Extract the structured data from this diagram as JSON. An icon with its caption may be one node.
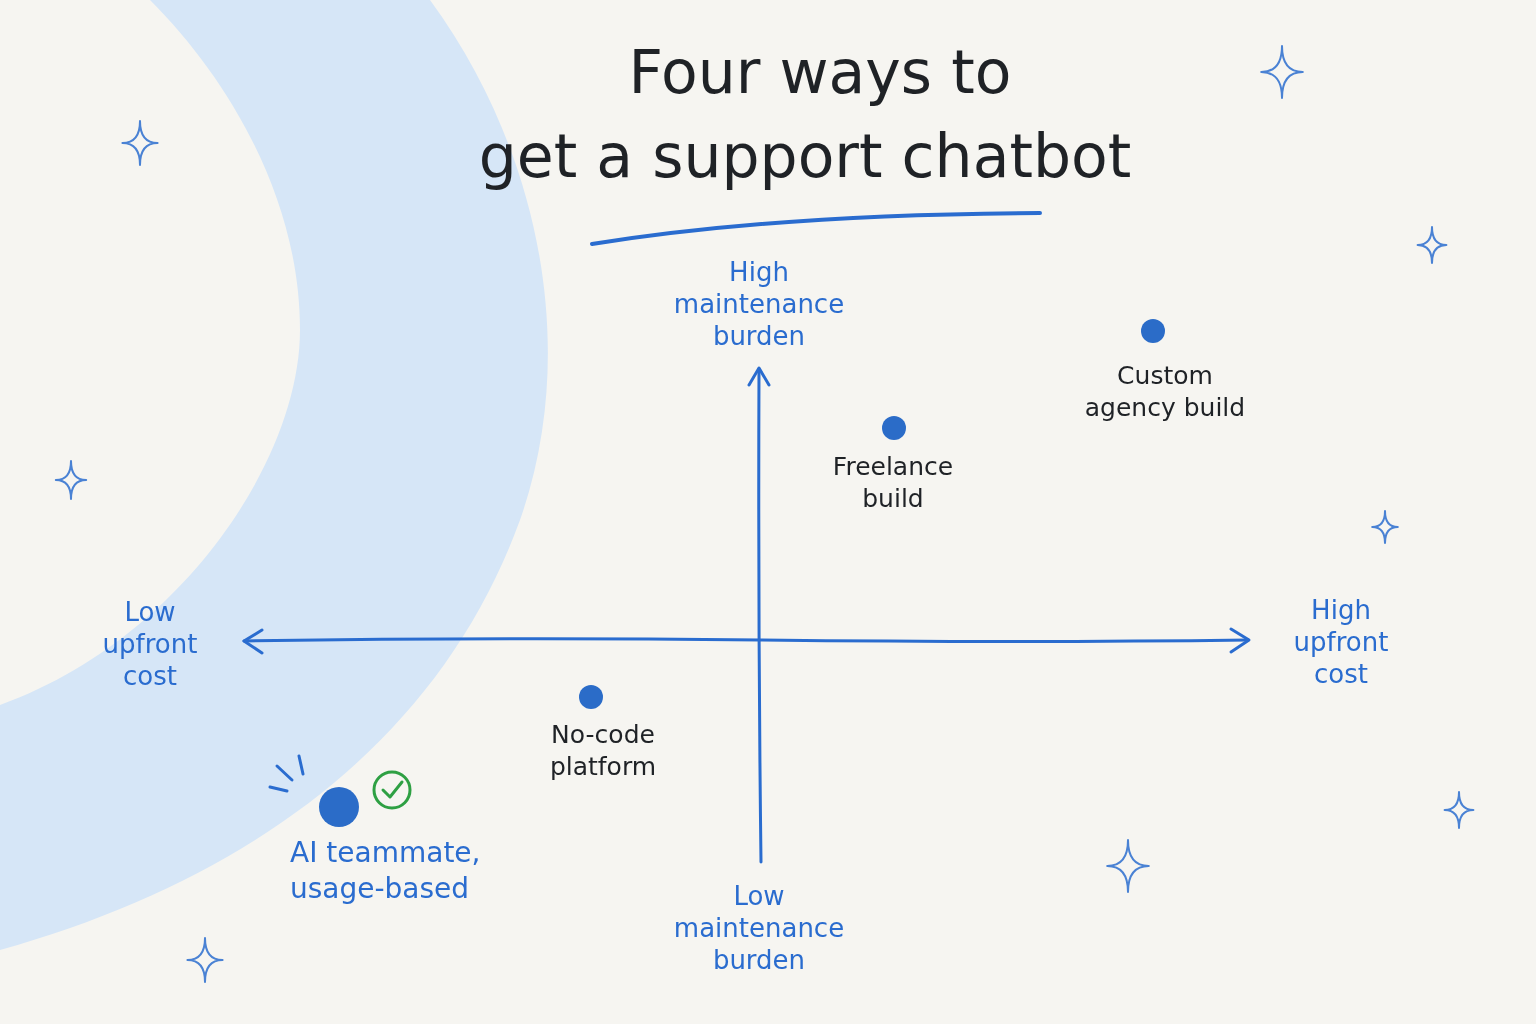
{
  "diagram": {
    "title": "Four ways to get a support chatbot",
    "nodes": [
      {
        "text": [],
        "shape": "circle",
        "beside": [
          "Custom agency build"
        ]
      },
      {
        "text": [],
        "shape": "circle",
        "beside": [
          "Freelance build"
        ]
      },
      {
        "text": [],
        "shape": "circle",
        "beside": [
          "No-code platform"
        ]
      },
      {
        "text": [],
        "shape": "circle",
        "beside": [
          "AI teammate, usage-based"
        ]
      }
    ],
    "labels": [
      "High maintenance burden",
      "Low upfront cost",
      "High upfront cost",
      "Low maintenance burden"
    ]
  }
}
